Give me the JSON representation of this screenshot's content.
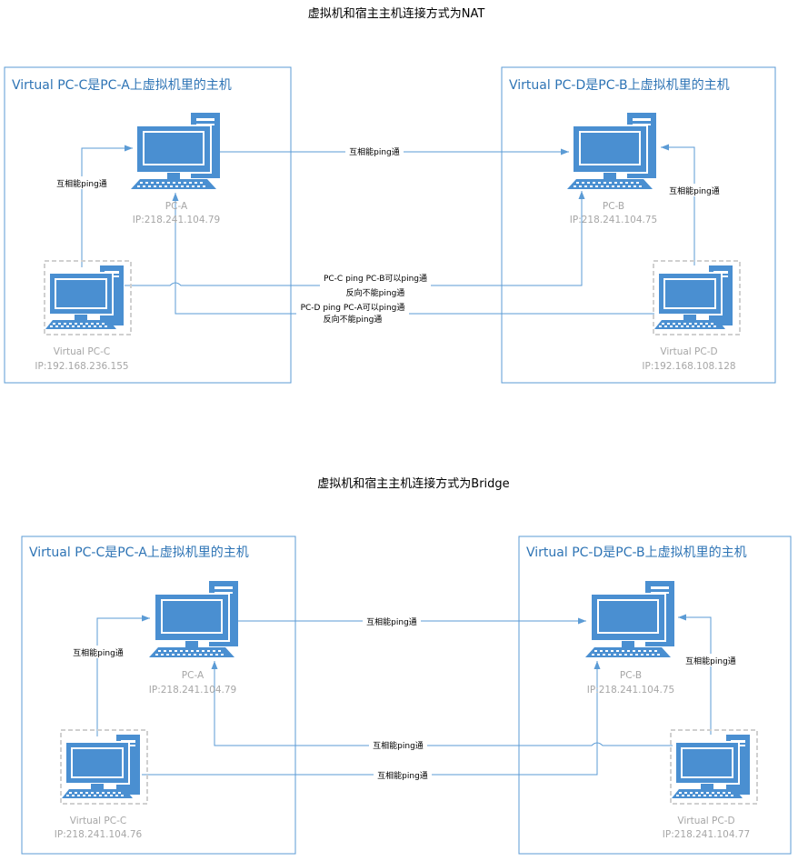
{
  "nat": {
    "title": "虚拟机和宿主主机连接方式为NAT",
    "left_box_title": "Virtual PC-C是PC-A上虚拟机里的主机",
    "right_box_title": "Virtual PC-D是PC-B上虚拟机里的主机",
    "pc_a": {
      "name": "PC-A",
      "ip": "IP:218.241.104.79"
    },
    "pc_b": {
      "name": "PC-B",
      "ip": "IP:218.241.104.75"
    },
    "pc_c": {
      "name": "Virtual PC-C",
      "ip": "IP:192.168.236.155"
    },
    "pc_d": {
      "name": "Virtual PC-D",
      "ip": "IP:192.168.108.128"
    },
    "link_a_b": "互相能ping通",
    "link_c_a": "互相能ping通",
    "link_d_b": "互相能ping通",
    "link_c_b_line1": "PC-C ping PC-B可以ping通",
    "link_c_b_line2": "反向不能ping通",
    "link_d_a_line1": "PC-D ping PC-A可以ping通",
    "link_d_a_line2": "反向不能ping通"
  },
  "bridge": {
    "title": "虚拟机和宿主主机连接方式为Bridge",
    "left_box_title": "Virtual PC-C是PC-A上虚拟机里的主机",
    "right_box_title": "Virtual PC-D是PC-B上虚拟机里的主机",
    "pc_a": {
      "name": "PC-A",
      "ip": "IP:218.241.104.79"
    },
    "pc_b": {
      "name": "PC-B",
      "ip": "IP:218.241.104.75"
    },
    "pc_c": {
      "name": "Virtual PC-C",
      "ip": "IP:218.241.104.76"
    },
    "pc_d": {
      "name": "Virtual PC-D",
      "ip": "IP:218.241.104.77"
    },
    "link_a_b": "互相能ping通",
    "link_c_a": "互相能ping通",
    "link_d_b": "互相能ping通",
    "link_d_a": "互相能ping通",
    "link_c_b": "互相能ping通"
  },
  "colors": {
    "monitor_blue": "#4a8fd1",
    "line_blue": "#5b9bd5",
    "title_blue": "#2e74b5",
    "label_gray": "#a6a6a6"
  },
  "icons": {
    "physical_pc": "desktop-computer-icon",
    "virtual_pc": "virtual-desktop-computer-icon"
  }
}
